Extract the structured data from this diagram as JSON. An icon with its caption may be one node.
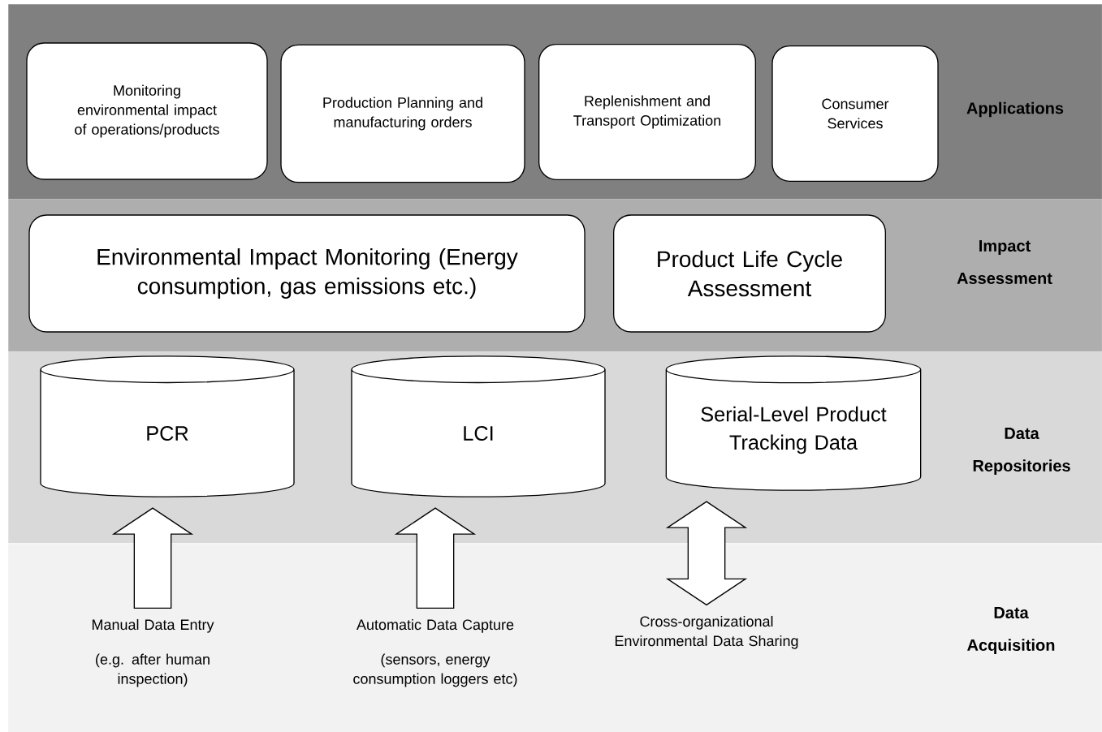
{
  "diagram": {
    "nodes": [
      {
        "text": [
          "Applications"
        ]
      },
      {
        "text": [
          "Monitoring environmental impact of operations/products"
        ],
        "in": 0
      },
      {
        "text": [
          "Production Planning and manufacturing orders"
        ],
        "in": 0
      },
      {
        "text": [
          "Replenishment and Transport Optimization"
        ],
        "in": 0
      },
      {
        "text": [
          "Consumer Services"
        ],
        "in": 0
      },
      {
        "text": [
          "Impact Assessment"
        ]
      },
      {
        "text": [
          "Environmental Impact Monitoring (Energy consumption, gas emissions etc.)"
        ],
        "in": 5
      },
      {
        "text": [
          "Product Life Cycle Assessment"
        ],
        "in": 5
      },
      {
        "text": [
          "Data Repositories"
        ]
      },
      {
        "text": [
          "PCR"
        ],
        "in": 8
      },
      {
        "text": [
          "LCI"
        ],
        "in": 8
      },
      {
        "text": [
          "Serial-Level Product Tracking Data"
        ],
        "in": 8
      },
      {
        "text": [
          "Data Acquisition"
        ]
      },
      {
        "text": [
          "Manual Data Entry",
          "(e.g. after human inspection)"
        ],
        "in": 12
      },
      {
        "text": [
          "Automatic Data Capture",
          "(sensors, energy consumption loggers etc)"
        ],
        "in": 12
      },
      {
        "text": [
          "Cross-organizational Environmental Data Sharing"
        ],
        "in": 12
      }
    ],
    "edges": [
      {
        "from": 13,
        "to": 9,
        "arrow": "to"
      },
      {
        "from": 14,
        "to": 10,
        "arrow": "to"
      },
      {
        "from": 15,
        "to": 11,
        "arrow": "both"
      }
    ]
  }
}
